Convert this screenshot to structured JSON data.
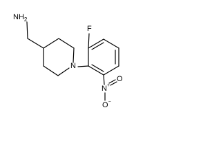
{
  "molecule": {
    "labels": {
      "amine_n": "N",
      "amine_h": "H",
      "amine_h_count": "2",
      "ring_n": "N",
      "fluorine": "F",
      "nitro_n": "N",
      "nitro_plus": "+",
      "nitro_o_top": "O",
      "nitro_o_bottom": "O",
      "nitro_o_minus": "−"
    }
  }
}
